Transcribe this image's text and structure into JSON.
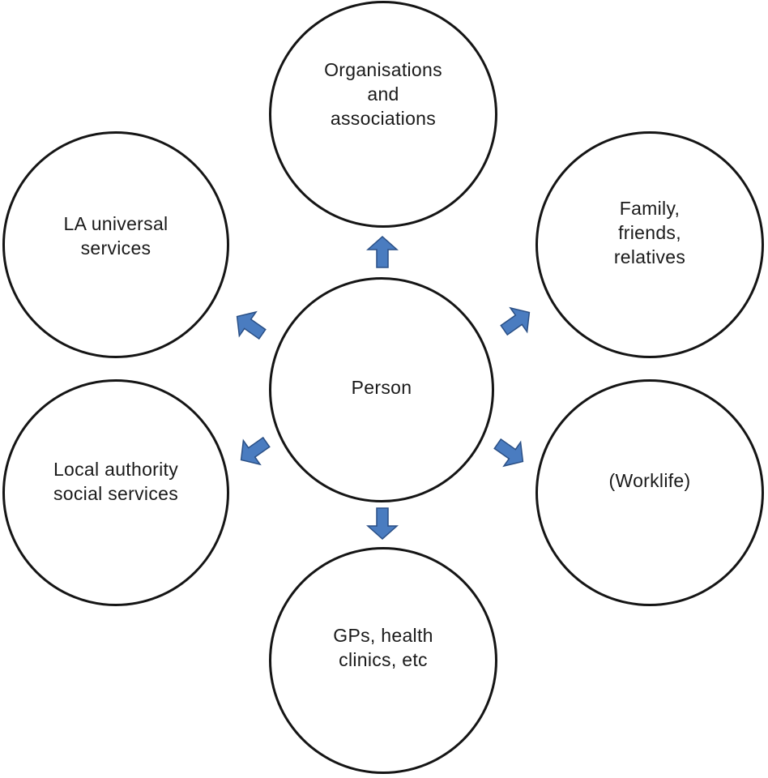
{
  "diagram": {
    "center": {
      "label": "Person"
    },
    "nodes": {
      "organisations": {
        "label": "Organisations\nand\nassociations"
      },
      "family": {
        "label": "Family,\nfriends,\nrelatives"
      },
      "la_universal": {
        "label": "LA universal\nservices"
      },
      "local_authority": {
        "label": "Local authority\nsocial services"
      },
      "worklife": {
        "label": "(Worklife)"
      },
      "gps": {
        "label": "GPs, health\nclinics, etc"
      }
    },
    "colors": {
      "arrow_fill": "#4a7cc0",
      "arrow_stroke": "#2a4f85",
      "circle_stroke": "#151515"
    }
  }
}
